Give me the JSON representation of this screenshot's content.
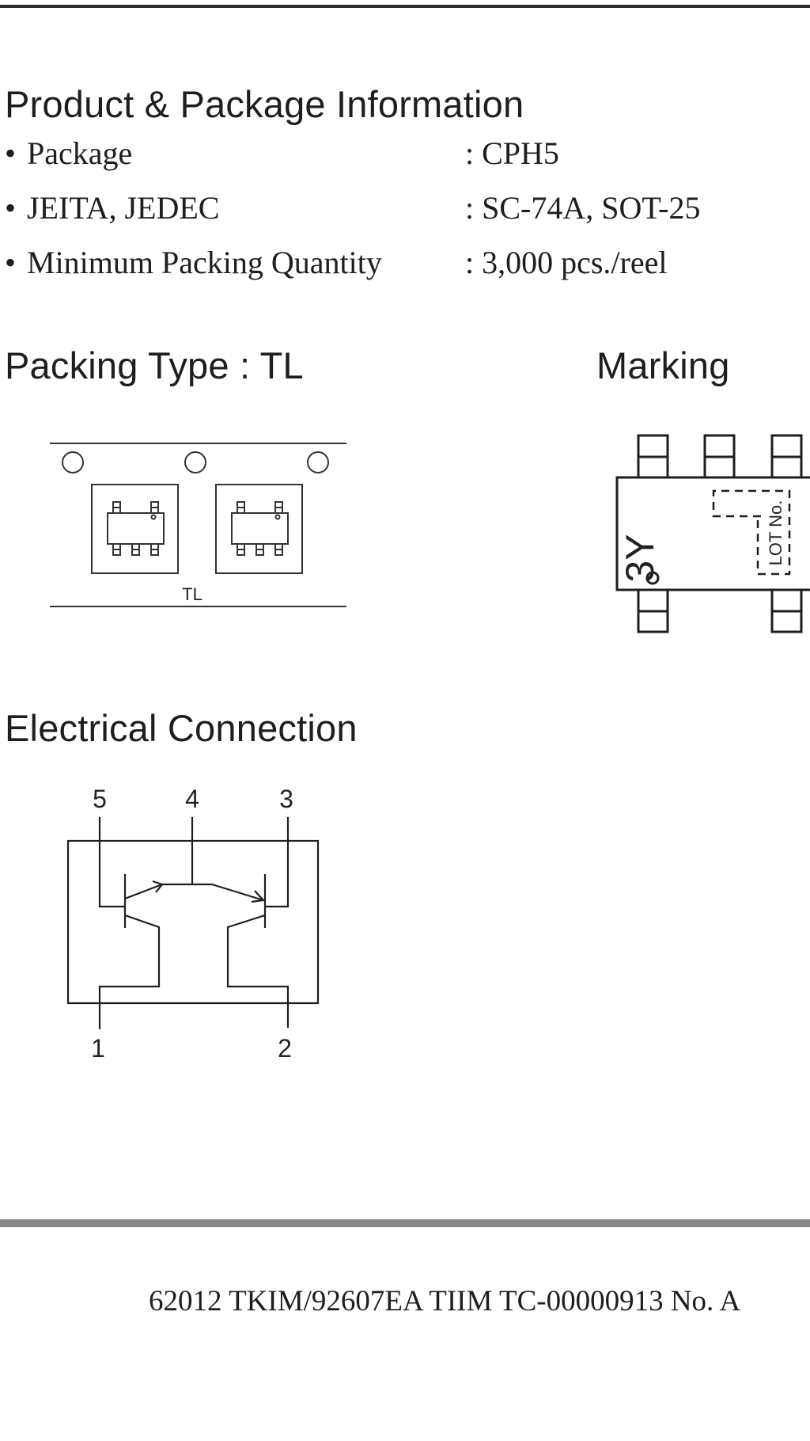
{
  "product_info": {
    "heading": "Product & Package Information",
    "bullet": "•",
    "rows": [
      {
        "label": "Package",
        "value": ": CPH5"
      },
      {
        "label": "JEITA, JEDEC",
        "value": ": SC-74A, SOT-25"
      },
      {
        "label": "Minimum Packing Quantity",
        "value": ": 3,000 pcs./reel"
      }
    ]
  },
  "packing": {
    "heading": "Packing Type : TL",
    "tape_label": "TL"
  },
  "marking": {
    "heading": "Marking",
    "mark_text": "3Y",
    "lot_label": "LOT No."
  },
  "electrical": {
    "heading": "Electrical Connection",
    "pins": {
      "p1": "1",
      "p2": "2",
      "p3": "3",
      "p4": "4",
      "p5": "5"
    }
  },
  "footer": {
    "code": "62012 TKIM/92607EA TIIM TC-00000913  No. A"
  }
}
